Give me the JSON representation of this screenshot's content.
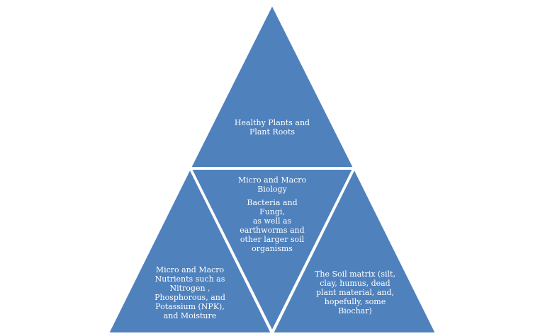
{
  "diagram": {
    "fill_color": "#4f81bd",
    "stroke_color": "#ffffff",
    "text_color": "#ffffff",
    "triangles": {
      "top": {
        "lines": [
          "Healthy Plants and",
          "Plant Roots"
        ]
      },
      "center": {
        "title_lines": [
          "Micro and Macro",
          "Biology"
        ],
        "detail_lines": [
          "Bacteria and Fungi,",
          "as well as",
          "earthworms and",
          "other larger soil",
          "organisms"
        ]
      },
      "left": {
        "lines": [
          "Micro and Macro",
          "Nutrients such as",
          "Nitrogen ,",
          "Phosphorous, and",
          "Potassium (NPK),",
          "and Moisture"
        ]
      },
      "right": {
        "lines": [
          "The Soil matrix (silt,",
          "clay, humus, dead",
          "plant material, and,",
          "hopefully, some",
          "Biochar)"
        ]
      }
    }
  }
}
